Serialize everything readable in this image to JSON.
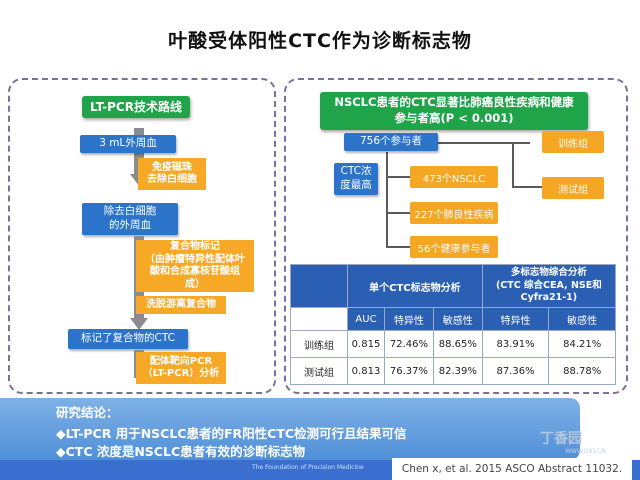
{
  "title": "叶酸受体阳性CTC作为诊断标志物",
  "left": {
    "header": "LT-PCR技术路线",
    "step1": "3 mL外周血",
    "note1": [
      "免疫磁珠",
      "去除白细胞"
    ],
    "step2": [
      "除去白细胞",
      "的外周血"
    ],
    "note2": [
      "复合物标记",
      "（由肿瘤特异性配体叶",
      "酸和合成寡核苷酸组",
      "成）"
    ],
    "note3": "洗脱游离复合物",
    "step3": "标记了复合物的CTC",
    "note4": [
      "配体靶向PCR",
      "（LT-PCR）分析"
    ]
  },
  "right": {
    "header": [
      "NSCLC患者的CTC显著比肺癌良性疾病和健康",
      "参与者高(P < 0.001)"
    ],
    "participants": "756个参与者",
    "train": "训练组",
    "test": "测试组",
    "ctc_label": [
      "CTC浓",
      "度最高"
    ],
    "group1": "473个NSCLC",
    "group2": "227个肺良性疾病",
    "group3": "56个健康参与者",
    "table": {
      "single_header": "单个CTC标志物分析",
      "multi_header": [
        "多标志物综合分析",
        "(CTC 综合CEA, NSE和",
        "Cyfra21-1)"
      ],
      "sub_headers": [
        "AUC",
        "特异性",
        "敏感性",
        "特异性",
        "敏感性"
      ],
      "rows": [
        {
          "name": "训练组",
          "values": [
            "0.815",
            "72.46%",
            "88.65%",
            "83.91%",
            "84.21%"
          ]
        },
        {
          "name": "测试组",
          "values": [
            "0.813",
            "76.37%",
            "82.39%",
            "87.36%",
            "88.78%"
          ]
        }
      ]
    }
  },
  "conclusion": {
    "title": "研究结论：",
    "lines": [
      "◆LT-PCR 用于NSCLC患者的FR阳性CTC检测可行且结果可信",
      "◆CTC 浓度是NSCLC患者有效的诊断标志物"
    ]
  },
  "footer_band_text": "The Foundation of Precision Medicine",
  "citation": "Chen x, et al. 2015 ASCO Abstract 11032.",
  "watermark": "丁香园",
  "watermark_sub": "WWW.DXY.CN"
}
